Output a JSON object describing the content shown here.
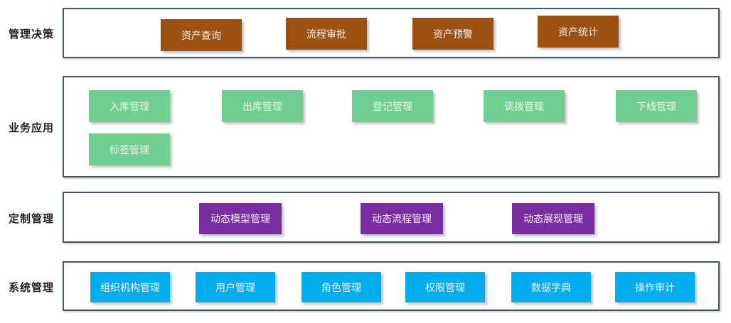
{
  "colors": {
    "container_border": "#41586C",
    "management": "#9C5012",
    "business": "#70CE90",
    "custom": "#7A2DA0",
    "system": "#00AEEF",
    "box_text": "#F2F2F2",
    "row_label_text": "#1F1F1F"
  },
  "rows": [
    {
      "label": "管理决策",
      "items": [
        {
          "label": "资产查询"
        },
        {
          "label": "流程审批"
        },
        {
          "label": "资产预警"
        },
        {
          "label": "资产统计"
        }
      ]
    },
    {
      "label": "业务应用",
      "items": [
        {
          "label": "入库管理"
        },
        {
          "label": "出库管理"
        },
        {
          "label": "登记管理"
        },
        {
          "label": "调拨管理"
        },
        {
          "label": "下线管理"
        },
        {
          "label": "标签管理"
        }
      ]
    },
    {
      "label": "定制管理",
      "items": [
        {
          "label": "动态模型管理"
        },
        {
          "label": "动态流程管理"
        },
        {
          "label": "动态展现管理"
        }
      ]
    },
    {
      "label": "系统管理",
      "items": [
        {
          "label": "组织机构管理"
        },
        {
          "label": "用户管理"
        },
        {
          "label": "角色管理"
        },
        {
          "label": "权限管理"
        },
        {
          "label": "数据字典"
        },
        {
          "label": "操作审计"
        }
      ]
    }
  ]
}
